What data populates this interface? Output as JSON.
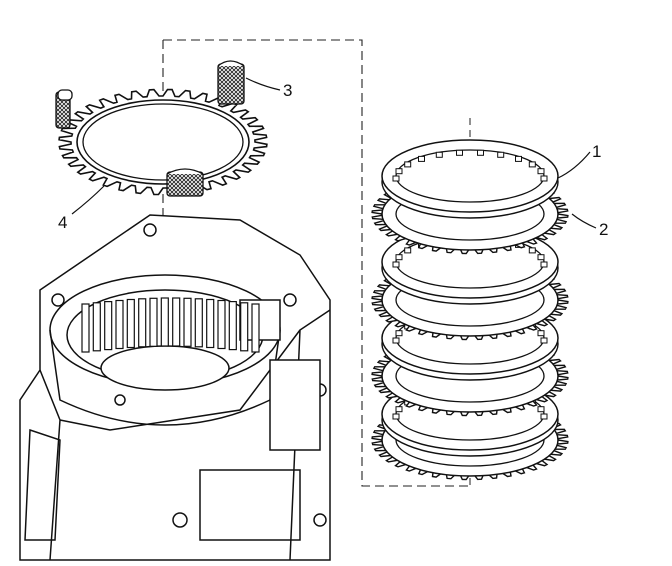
{
  "callouts": [
    {
      "id": "1",
      "label": "1",
      "part": "steel-clutch-plate"
    },
    {
      "id": "2",
      "label": "2",
      "part": "fiber-clutch-plate"
    },
    {
      "id": "3",
      "label": "3",
      "part": "spring-retainer"
    },
    {
      "id": "4",
      "label": "4",
      "part": "backing-plate-ring"
    }
  ],
  "colors": {
    "line": "#1a1a1a",
    "background": "#ffffff"
  }
}
